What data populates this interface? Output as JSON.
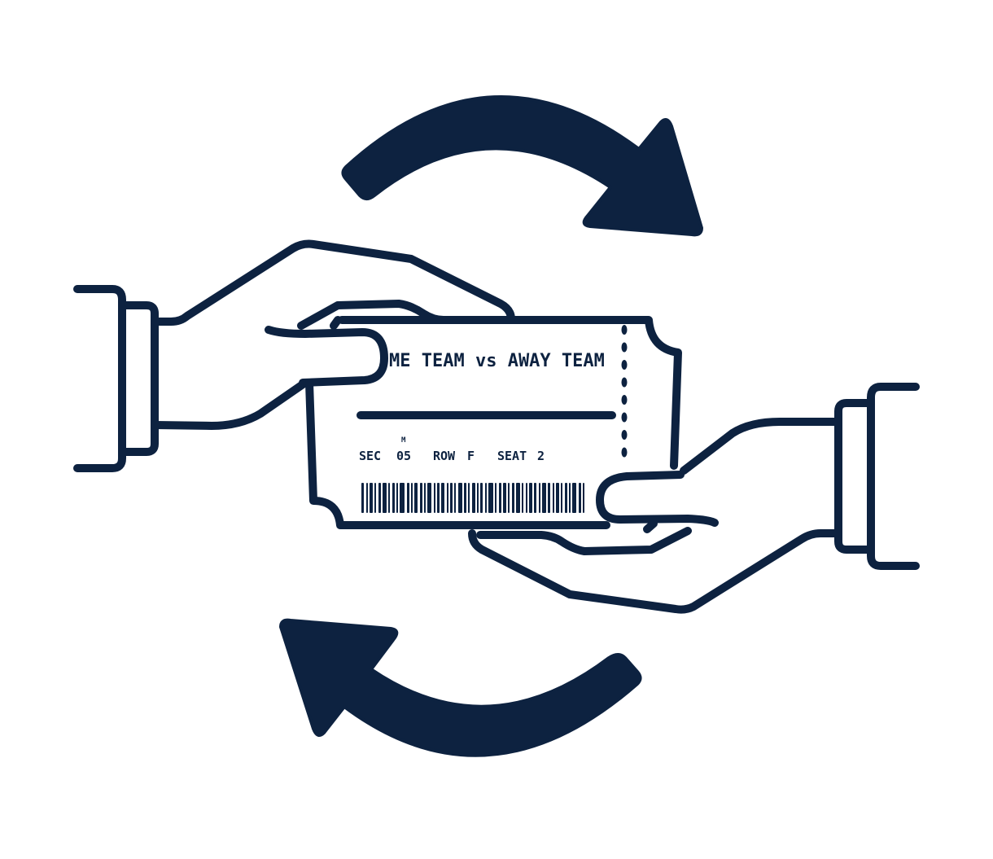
{
  "colors": {
    "ink": "#0d2240",
    "background": "#ffffff"
  },
  "ticket": {
    "title": "ME TEAM vs  AWAY TEAM",
    "sec_label": "SEC",
    "sec_value": "05",
    "sec_mark": "M",
    "row_label": "ROW",
    "row_value": "F",
    "seat_label": "SEAT",
    "seat_value": "2"
  }
}
